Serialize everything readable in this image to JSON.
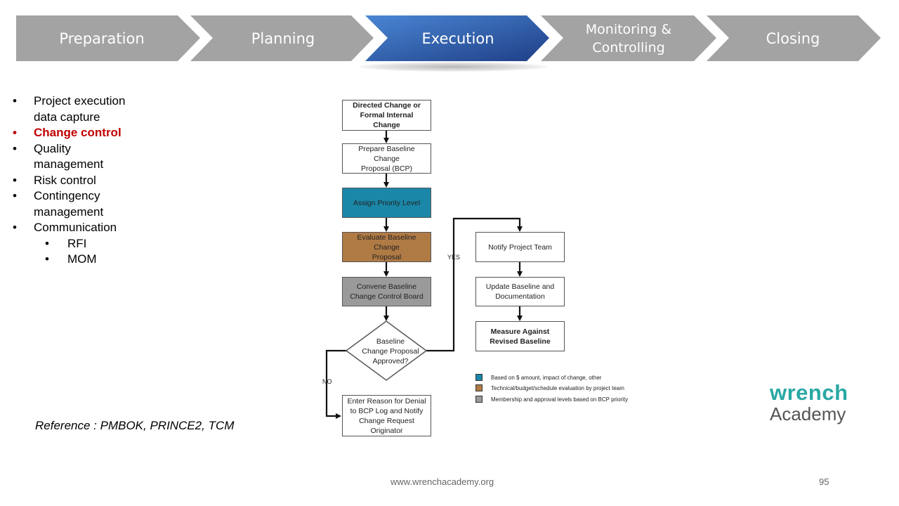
{
  "process_steps": [
    {
      "label": "Preparation",
      "active": false
    },
    {
      "label": "Planning",
      "active": false
    },
    {
      "label": "Execution",
      "active": true
    },
    {
      "label": "Monitoring &\nControlling",
      "active": false
    },
    {
      "label": "Closing",
      "active": false
    }
  ],
  "colors": {
    "chevron_inactive": "#a3a3a3",
    "chevron_active_start": "#4a86d4",
    "chevron_active_end": "#1f3f86",
    "highlight_text": "#c00000",
    "logo_teal": "#2aa8a4",
    "priority_teal": "#1a87a8",
    "evaluate_brown": "#b07a45",
    "board_grey": "#9a9a9a"
  },
  "bullets": {
    "items": [
      {
        "label": "Project execution\ndata capture",
        "highlight": false
      },
      {
        "label": "Change control",
        "highlight": true
      },
      {
        "label": "Quality\nmanagement",
        "highlight": false
      },
      {
        "label": "Risk control",
        "highlight": false
      },
      {
        "label": "Contingency\nmanagement",
        "highlight": false
      },
      {
        "label": "Communication",
        "highlight": false
      }
    ],
    "sub_items": [
      "RFI",
      "MOM"
    ]
  },
  "reference": "Reference : PMBOK, PRINCE2, TCM",
  "flowchart": {
    "start": "Directed Change or\nFormal Internal Change",
    "prepare": "Prepare Baseline Change\nProposal (BCP)",
    "priority": "Assign Priority Level",
    "evaluate": "Evaluate Baseline Change\nProposal",
    "convene": "Convene Baseline\nChange Control Board",
    "decision": "Baseline\nChange Proposal\nApproved?",
    "yes_label": "YES",
    "no_label": "NO",
    "deny": "Enter Reason for Denial\nto BCP Log and Notify\nChange Request\nOriginator",
    "notify": "Notify Project Team",
    "update": "Update Baseline and\nDocumentation",
    "measure": "Measure Against\nRevised Baseline"
  },
  "legend": [
    {
      "label": "Based on $ amount, impact of change, other",
      "color": "#1a87a8"
    },
    {
      "label": "Technical/budget/schedule evaluation by project team",
      "color": "#b07a45"
    },
    {
      "label": "Membership and approval levels based on BCP priority",
      "color": "#9a9a9a"
    }
  ],
  "logo": {
    "top": "wrench",
    "bottom": "Academy"
  },
  "footer": {
    "url": "www.wrenchacademy.org",
    "page_number": "95"
  }
}
